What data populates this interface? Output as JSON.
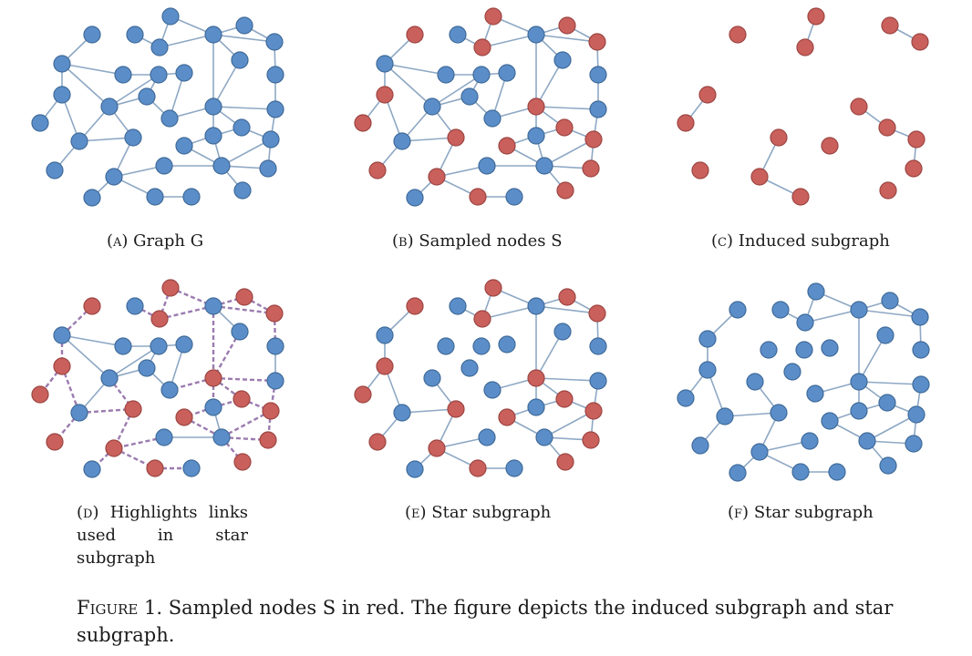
{
  "figure": {
    "label": "Figure 1.",
    "caption": "Sampled nodes S in red. The figure depicts the induced subgraph and star subgraph."
  },
  "panels": [
    {
      "tag": "(a)",
      "title": "Graph G"
    },
    {
      "tag": "(b)",
      "title": "Sampled nodes S"
    },
    {
      "tag": "(c)",
      "title": "Induced subgraph"
    },
    {
      "tag": "(d)",
      "title": "Highlights links used in star subgraph"
    },
    {
      "tag": "(e)",
      "title": "Star subgraph"
    },
    {
      "tag": "(f)",
      "title": "Star subgraph"
    }
  ],
  "colors": {
    "sampled_node": "#c9605c",
    "other_node": "#5b8ec9",
    "node_stroke": "#3f6a99",
    "sampled_stroke": "#9c4542",
    "edge": "#8ea8c4",
    "highlight_edge": "#9b7bb0"
  }
}
